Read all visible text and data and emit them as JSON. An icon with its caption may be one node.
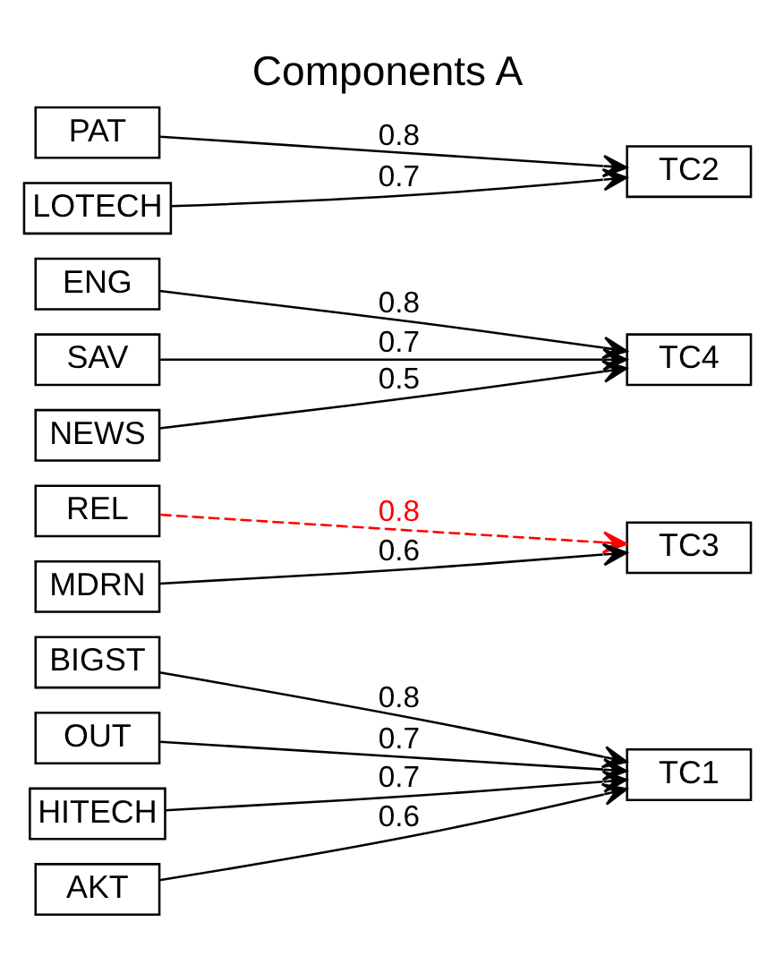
{
  "diagram": {
    "title": "Components A",
    "nodes": [
      {
        "text": [
          "BIGST"
        ]
      },
      {
        "text": [
          "OUT"
        ]
      },
      {
        "text": [
          "HITECH"
        ]
      },
      {
        "text": [
          "AKT"
        ]
      },
      {
        "text": [
          "REL"
        ]
      },
      {
        "text": [
          "MDRN"
        ]
      },
      {
        "text": [
          "ENG"
        ]
      },
      {
        "text": [
          "SAV"
        ]
      },
      {
        "text": [
          "NEWS"
        ]
      },
      {
        "text": [
          "PAT"
        ]
      },
      {
        "text": [
          "LOTECH"
        ]
      },
      {
        "text": [
          "TC1"
        ]
      },
      {
        "text": [
          "TC3"
        ]
      },
      {
        "text": [
          "TC4"
        ]
      },
      {
        "text": [
          "TC2"
        ]
      }
    ],
    "edges": [
      {
        "from": 0,
        "to": 11,
        "arrow": "to",
        "label": "0.8"
      },
      {
        "from": 1,
        "to": 11,
        "arrow": "to",
        "label": "0.7"
      },
      {
        "from": 2,
        "to": 11,
        "arrow": "to",
        "label": "0.7"
      },
      {
        "from": 3,
        "to": 11,
        "arrow": "to",
        "label": "0.6"
      },
      {
        "from": 4,
        "to": 12,
        "arrow": "to",
        "label": "0.8",
        "style": "dashed",
        "color": "#ff0000"
      },
      {
        "from": 5,
        "to": 12,
        "arrow": "to",
        "label": "0.6"
      },
      {
        "from": 6,
        "to": 13,
        "arrow": "to",
        "label": "0.8"
      },
      {
        "from": 7,
        "to": 13,
        "arrow": "to",
        "label": "0.7"
      },
      {
        "from": 8,
        "to": 13,
        "arrow": "to",
        "label": "0.5"
      },
      {
        "from": 9,
        "to": 14,
        "arrow": "to",
        "label": "0.8"
      },
      {
        "from": 10,
        "to": 14,
        "arrow": "to",
        "label": "0.7"
      }
    ]
  }
}
